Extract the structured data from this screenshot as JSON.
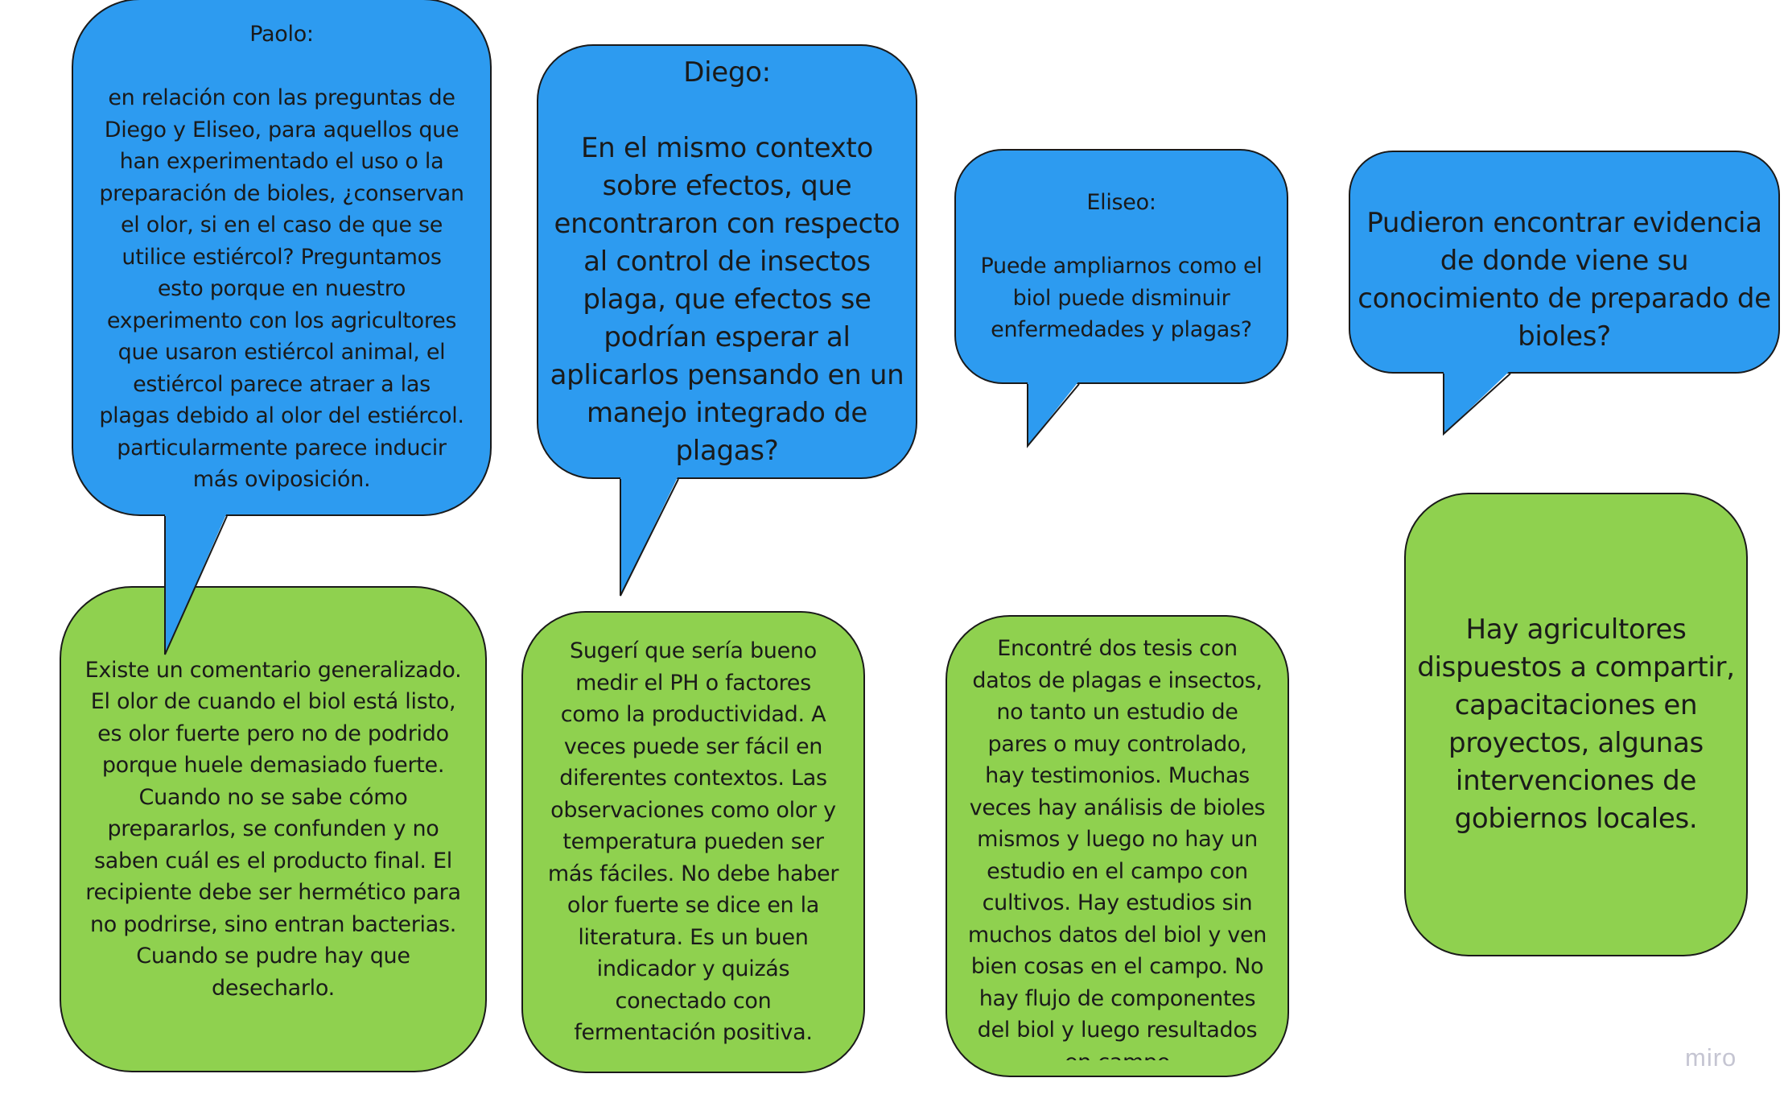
{
  "colors": {
    "question": "#2d9bf0",
    "answer": "#8fd14f",
    "border": "#1a1a1a"
  },
  "questions": [
    {
      "author": "Paolo:",
      "text": "en relación con las preguntas de\nDiego y Eliseo, para aquellos que\nhan experimentado el uso o la\npreparación de bioles, ¿conservan\nel olor, si en el caso de que se\nutilice estiércol? Preguntamos\nesto porque en nuestro\nexperimento con los agricultores\nque usaron estiércol animal, el\nestiércol parece atraer a las\nplagas debido al olor del estiércol.\nparticularmente parece inducir\nmás oviposición."
    },
    {
      "author": "Diego:",
      "text": "En el mismo contexto\nsobre efectos, que\nencontraron con respecto\nal control de insectos\nplaga, que efectos se\npodrían esperar al\naplicarlos pensando en un\nmanejo integrado de\nplagas?"
    },
    {
      "author": "Eliseo:",
      "text": "Puede ampliarnos como el\nbiol puede disminuir\nenfermedades y plagas?"
    },
    {
      "author": "",
      "text": "Pudieron encontrar evidencia\nde donde viene su\nconocimiento de preparado de\nbioles?"
    }
  ],
  "answers": [
    {
      "text": "Existe un comentario generalizado.\nEl olor de cuando el biol está listo,\nes olor fuerte pero no de podrido\nporque huele demasiado fuerte.\nCuando no se sabe cómo\nprepararlos, se confunden y no\nsaben cuál es el producto final. El\nrecipiente debe ser hermético para\nno podrirse, sino entran bacterias.\nCuando se pudre hay que\ndesecharlo."
    },
    {
      "text": "Sugerí que sería bueno\nmedir el PH o factores\ncomo la productividad. A\nveces puede ser fácil en\ndiferentes contextos. Las\nobservaciones como olor y\ntemperatura pueden ser\nmás fáciles. No debe haber\nolor fuerte se dice en la\nliteratura. Es un buen\nindicador y quizás\nconectado con\nfermentación positiva."
    },
    {
      "text": "Encontré dos tesis con\ndatos de plagas e insectos,\nno tanto un estudio de\npares o muy controlado,\nhay testimonios. Muchas\nveces hay análisis de bioles\nmismos y luego no hay un\nestudio en el campo con\ncultivos. Hay estudios sin\nmuchos datos del biol y ven\nbien cosas en el campo. No\nhay flujo de componentes\ndel biol y luego resultados\nen campo"
    },
    {
      "text": "Hay agricultores\ndispuestos a compartir,\ncapacitaciones en\nproyectos, algunas\nintervenciones de\ngobiernos locales."
    }
  ],
  "watermark": "miro"
}
